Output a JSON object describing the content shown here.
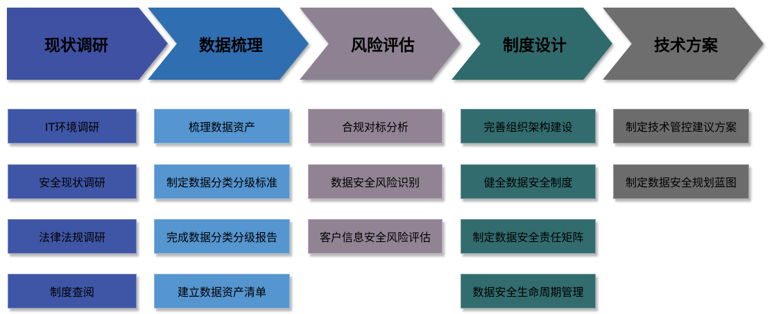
{
  "stages": [
    {
      "label": "现状调研",
      "color": "#3f51a3",
      "box_color": "#3f56a6",
      "tasks": [
        "IT环境调研",
        "安全现状调研",
        "法律法规调研",
        "制度查阅"
      ]
    },
    {
      "label": "数据梳理",
      "color": "#2f6eb0",
      "box_color": "#5595d0",
      "tasks": [
        "梳理数据资产",
        "制定数据分类分级标准",
        "完成数据分类分级报告",
        "建立数据资产清单"
      ]
    },
    {
      "label": "风险评估",
      "color": "#8e8292",
      "box_color": "#918394",
      "tasks": [
        "合规对标分析",
        "数据安全风险识别",
        "客户信息安全风险评估"
      ]
    },
    {
      "label": "制度设计",
      "color": "#2f6b6c",
      "box_color": "#326c6e",
      "tasks": [
        "完善组织架构建设",
        "健全数据安全制度",
        "制定数据安全责任矩阵",
        "数据安全生命周期管理"
      ]
    },
    {
      "label": "技术方案",
      "color": "#6e6e6e",
      "box_color": "#6c6c6c",
      "tasks": [
        "制定技术管控建议方案",
        "制定数据安全规划蓝图"
      ]
    }
  ]
}
